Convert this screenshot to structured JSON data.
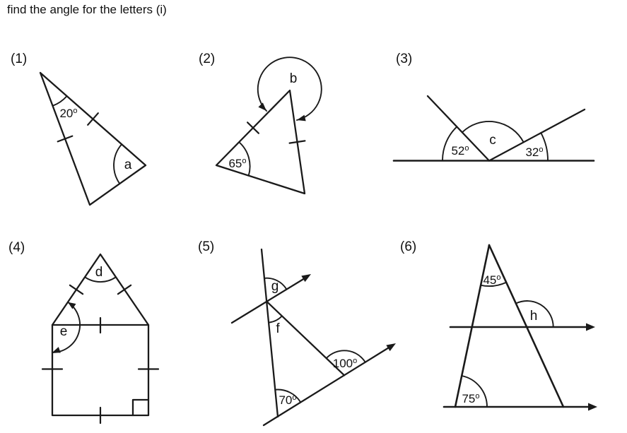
{
  "title": "find the angle for the letters (i)",
  "degree_symbol": "o",
  "ink_color": "#1a1a1a",
  "problems": {
    "p1": {
      "number": "(1)",
      "given_angle": "20",
      "unknown": "a"
    },
    "p2": {
      "number": "(2)",
      "given_angle": "65",
      "unknown": "b"
    },
    "p3": {
      "number": "(3)",
      "left_angle": "52",
      "right_angle": "32",
      "unknown": "c"
    },
    "p4": {
      "number": "(4)",
      "apex_unknown": "d",
      "side_unknown": "e"
    },
    "p5": {
      "number": "(5)",
      "top_unknown": "g",
      "mid_unknown": "f",
      "mid_angle": "100",
      "bottom_angle": "70"
    },
    "p6": {
      "number": "(6)",
      "apex_angle": "45",
      "mid_unknown": "h",
      "bottom_angle": "75"
    }
  }
}
